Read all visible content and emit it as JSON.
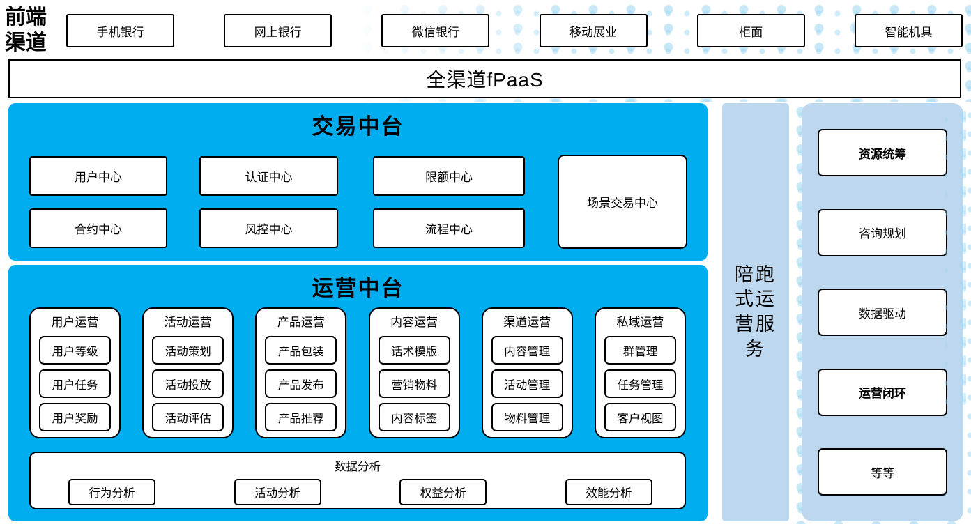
{
  "front_channels": {
    "label": "前端渠道",
    "items": [
      "手机银行",
      "网上银行",
      "微信银行",
      "移动展业",
      "柜面",
      "智能机具"
    ]
  },
  "fpaas_bar": {
    "label": "全渠道fPaaS"
  },
  "trade_platform": {
    "title": "交易中台",
    "centers": [
      "用户中心",
      "认证中心",
      "限额中心",
      "合约中心",
      "风控中心",
      "流程中心"
    ],
    "scene_center": "场景交易中心"
  },
  "ops_platform": {
    "title": "运营中台",
    "columns": [
      {
        "header": "用户运营",
        "items": [
          "用户等级",
          "用户任务",
          "用户奖励"
        ]
      },
      {
        "header": "活动运营",
        "items": [
          "活动策划",
          "活动投放",
          "活动评估"
        ]
      },
      {
        "header": "产品运营",
        "items": [
          "产品包装",
          "产品发布",
          "产品推荐"
        ]
      },
      {
        "header": "内容运营",
        "items": [
          "话术模版",
          "营销物料",
          "内容标签"
        ]
      },
      {
        "header": "渠道运营",
        "items": [
          "内容管理",
          "活动管理",
          "物料管理"
        ]
      },
      {
        "header": "私域运营",
        "items": [
          "群管理",
          "任务管理",
          "客户视图"
        ]
      }
    ],
    "data_analysis": {
      "title": "数据分析",
      "items": [
        "行为分析",
        "活动分析",
        "权益分析",
        "效能分析"
      ]
    }
  },
  "companion_bar": {
    "label": "陪跑式运营服务"
  },
  "right_panel": {
    "items": [
      "资源统筹",
      "咨询规划",
      "数据驱动",
      "运营闭环",
      "等等"
    ]
  },
  "colors": {
    "primary_blue": "#00AEF0",
    "light_blue": "#BDD7EE",
    "dot_color": "#D5EEFA"
  }
}
